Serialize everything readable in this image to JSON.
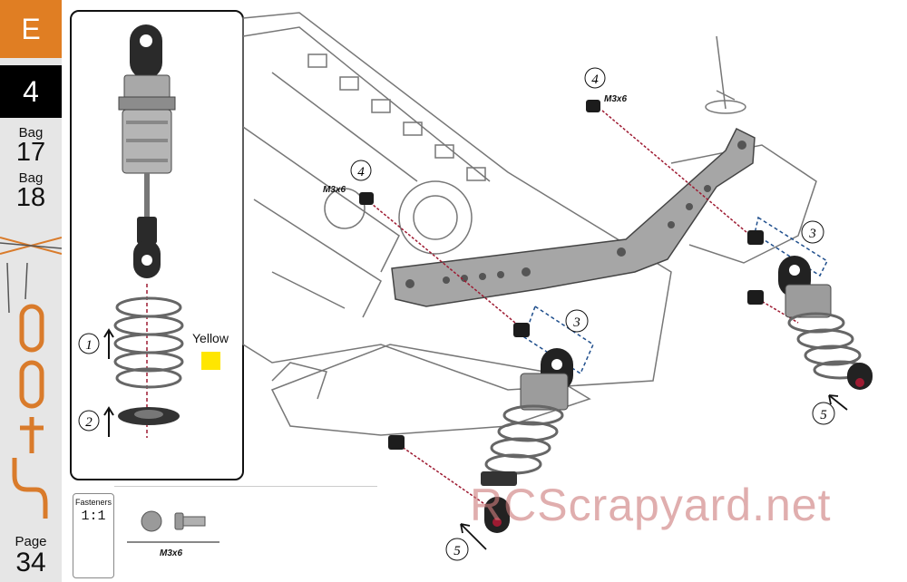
{
  "sidebar": {
    "section_letter": "E",
    "step_number": "4",
    "bags": [
      {
        "label": "Bag",
        "number": "17"
      },
      {
        "label": "Bag",
        "number": "18"
      }
    ],
    "page_label": "Page",
    "page_number": "34"
  },
  "shock_panel": {
    "callouts": [
      {
        "number": "1"
      },
      {
        "number": "2"
      }
    ],
    "color_label": "Yellow",
    "color_swatch": "#ffe600"
  },
  "fasteners": {
    "title": "Fasteners",
    "ratio": "1:1",
    "screw_label": "M3x6"
  },
  "assembly": {
    "callouts": [
      {
        "number": "4",
        "label": "M3x6"
      },
      {
        "number": "4",
        "label": "M3x6"
      },
      {
        "number": "3"
      },
      {
        "number": "3"
      },
      {
        "number": "5"
      },
      {
        "number": "5"
      }
    ]
  },
  "watermark": "RCScrapyard.net",
  "colors": {
    "accent_orange": "#e07e23",
    "guide_red": "#9e1b32",
    "guide_blue": "#1f4e8c"
  }
}
